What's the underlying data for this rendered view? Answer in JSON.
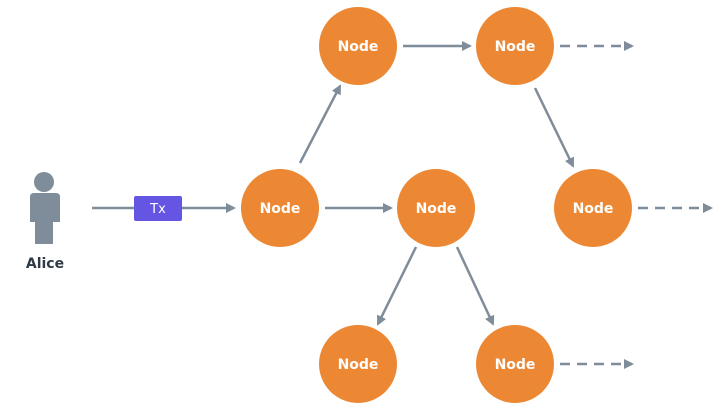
{
  "user": {
    "label": "Alice"
  },
  "transaction": {
    "label": "Tx"
  },
  "node_label": "Node",
  "nodes": [
    {
      "id": "n1",
      "label": "Node"
    },
    {
      "id": "n2",
      "label": "Node"
    },
    {
      "id": "n3",
      "label": "Node"
    },
    {
      "id": "n4",
      "label": "Node"
    },
    {
      "id": "n5",
      "label": "Node"
    },
    {
      "id": "n6",
      "label": "Node"
    },
    {
      "id": "n7",
      "label": "Node"
    }
  ],
  "colors": {
    "node_fill": "#ec8833",
    "node_text": "#ffffff",
    "arrow": "#7f8c99",
    "tx_fill": "#6455e3",
    "person": "#7f8c99",
    "label_text": "#2f3a45"
  }
}
